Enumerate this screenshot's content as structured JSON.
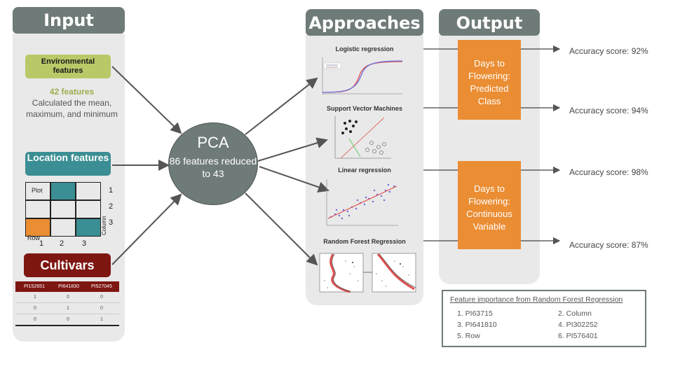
{
  "input": {
    "title": "Input",
    "environmental": {
      "label": "Environmental features",
      "count": "42 features",
      "description": "Calculated the mean, maximum, and minimum"
    },
    "location": {
      "label": "Location features",
      "grid_plot": "Plot",
      "grid_row_label": "Row",
      "grid_column_label": "Column",
      "col_numbers": [
        "1",
        "2",
        "3"
      ],
      "row_numbers": [
        "1",
        "2",
        "3"
      ]
    },
    "cultivars": {
      "label": "Cultivars",
      "headers": [
        "PI152651",
        "PI641830",
        "PI527045"
      ],
      "rows": [
        [
          "1",
          "0",
          "0"
        ],
        [
          "0",
          "1",
          "0"
        ],
        [
          "0",
          "0",
          "1"
        ]
      ]
    }
  },
  "pca": {
    "title": "PCA",
    "subtitle": "86 features reduced to 43"
  },
  "approaches": {
    "title": "Approaches",
    "methods": [
      "Logistic regression",
      "Support Vector Machines",
      "Linear regression",
      "Random Forest Regression"
    ]
  },
  "output": {
    "title": "Output",
    "boxes": [
      "Days to Flowering: Predicted Class",
      "Days to Flowering: Continuous Variable"
    ],
    "accuracies": [
      "Accuracy score: 92%",
      "Accuracy score: 94%",
      "Accuracy score: 98%",
      "Accuracy score: 87%"
    ]
  },
  "feature_importance": {
    "title": "Feature importance from Random Forest Regression",
    "items": [
      "1.  PI63715",
      "2. Column",
      "3. PI641810",
      "4. PI302252",
      "5. Row",
      "6. PI576401"
    ]
  },
  "colors": {
    "panel_header": "#6f7b79",
    "panel_bg": "#e9e9e9",
    "environmental": "#b9c968",
    "location": "#3b8e93",
    "cultivars": "#7e1612",
    "output_box": "#ea8d33"
  }
}
